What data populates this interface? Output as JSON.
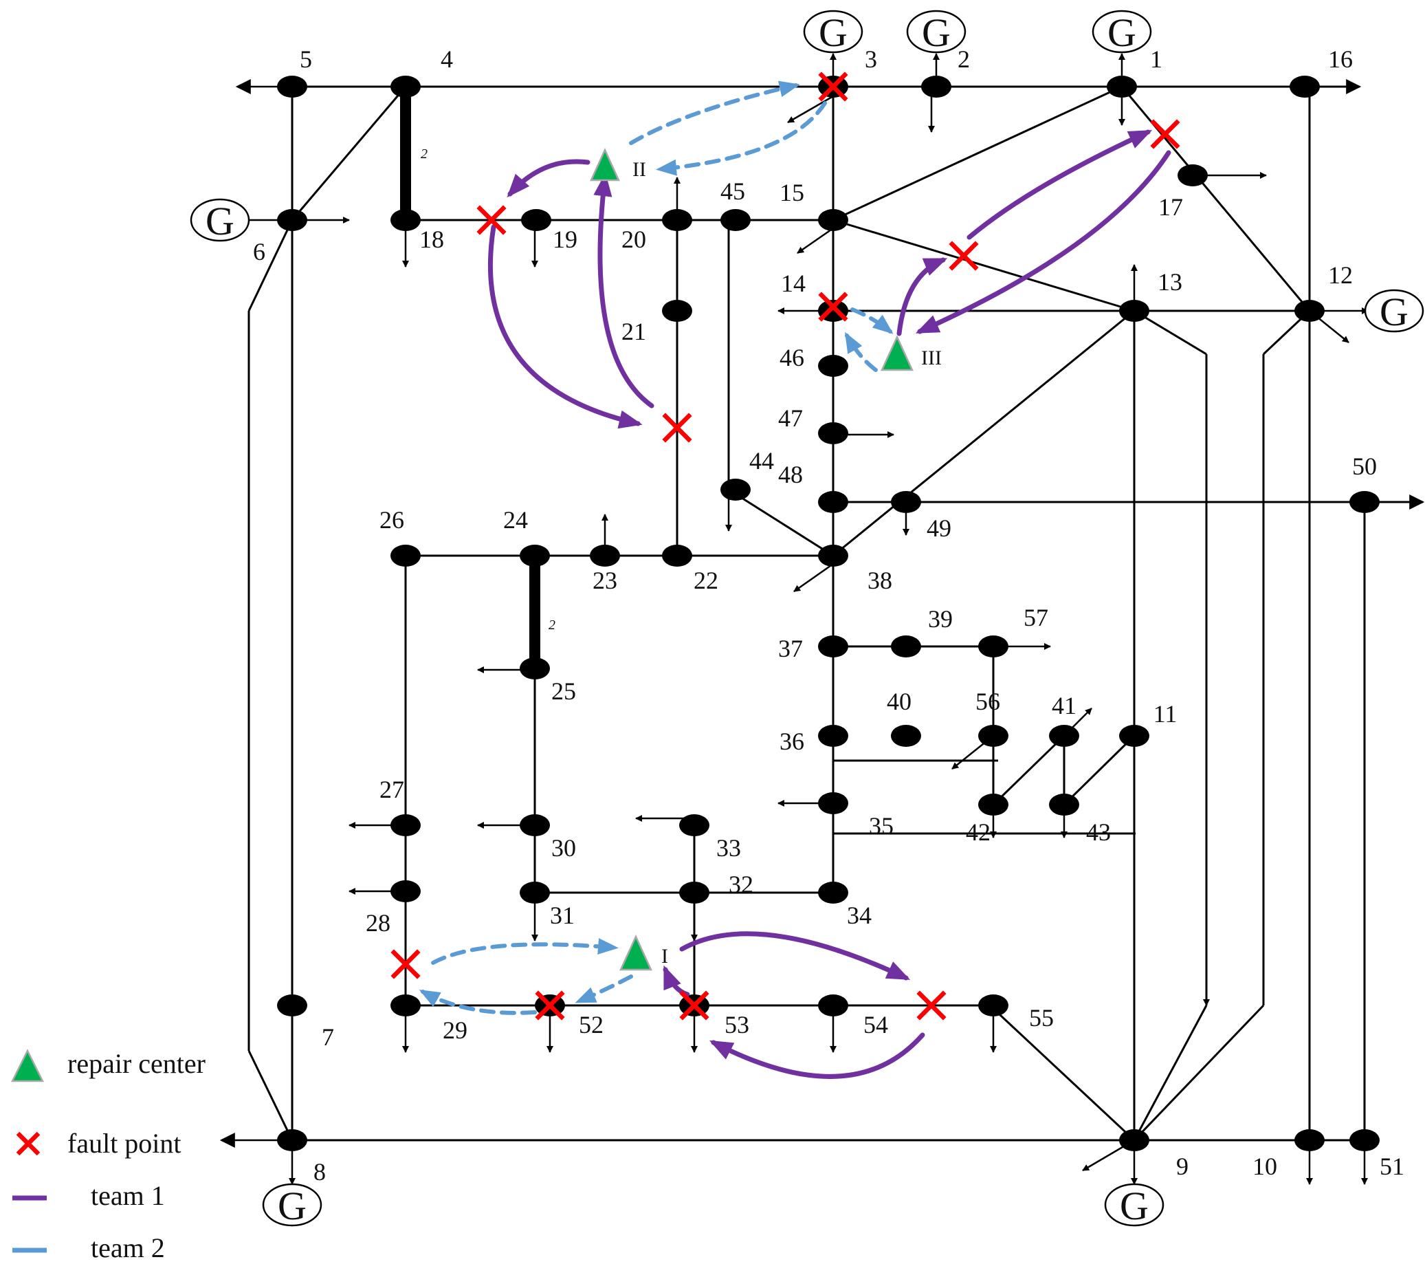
{
  "diagram": {
    "generator_symbol": "G",
    "bus_labels": [
      "1",
      "2",
      "3",
      "4",
      "5",
      "6",
      "7",
      "8",
      "9",
      "10",
      "11",
      "12",
      "13",
      "14",
      "15",
      "16",
      "17",
      "18",
      "19",
      "20",
      "21",
      "22",
      "23",
      "24",
      "25",
      "26",
      "27",
      "28",
      "29",
      "30",
      "31",
      "32",
      "33",
      "34",
      "35",
      "36",
      "37",
      "38",
      "39",
      "40",
      "41",
      "42",
      "43",
      "44",
      "45",
      "46",
      "47",
      "48",
      "49",
      "50",
      "51",
      "52",
      "53",
      "54",
      "55",
      "56",
      "57"
    ],
    "transformer_labels": [
      "2",
      "2"
    ],
    "repair_centers": [
      "I",
      "II",
      "III"
    ],
    "colors": {
      "line": "#000000",
      "team1": "#7030A0",
      "team2": "#5B9BD5",
      "fault": "#FF0000",
      "repair_center": "#00B050"
    },
    "legend": {
      "repair_center": "repair center",
      "fault_point": "fault point",
      "team1": "team 1",
      "team2": "team 2"
    }
  }
}
